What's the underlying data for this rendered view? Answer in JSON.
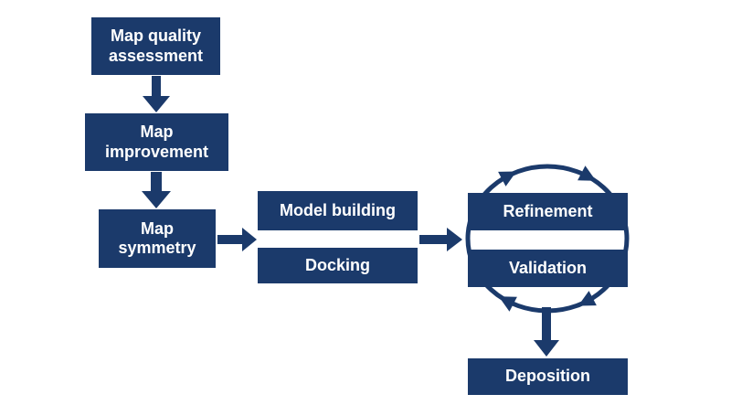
{
  "colors": {
    "box_fill": "#1b3a6b",
    "arrow": "#1b3a6b",
    "text": "#ffffff",
    "background": "#ffffff"
  },
  "diagram": {
    "type": "flowchart",
    "nodes": {
      "map_quality": {
        "label": "Map quality\nassessment"
      },
      "map_improvement": {
        "label": "Map\nimprovement"
      },
      "map_symmetry": {
        "label": "Map\nsymmetry"
      },
      "model_building": {
        "label": "Model building"
      },
      "docking": {
        "label": "Docking"
      },
      "refinement": {
        "label": "Refinement"
      },
      "validation": {
        "label": "Validation"
      },
      "deposition": {
        "label": "Deposition"
      }
    },
    "edges": [
      {
        "from": "Map quality assessment",
        "to": "Map improvement",
        "direction": "down"
      },
      {
        "from": "Map improvement",
        "to": "Map symmetry",
        "direction": "down"
      },
      {
        "from": "Map symmetry",
        "to": "Model building / Docking",
        "direction": "right"
      },
      {
        "from": "Model building / Docking",
        "to": "Refinement / Validation",
        "direction": "right"
      },
      {
        "from": "Refinement",
        "to": "Validation",
        "direction": "clockwise-cycle"
      },
      {
        "from": "Refinement / Validation cycle",
        "to": "Deposition",
        "direction": "down"
      }
    ]
  }
}
